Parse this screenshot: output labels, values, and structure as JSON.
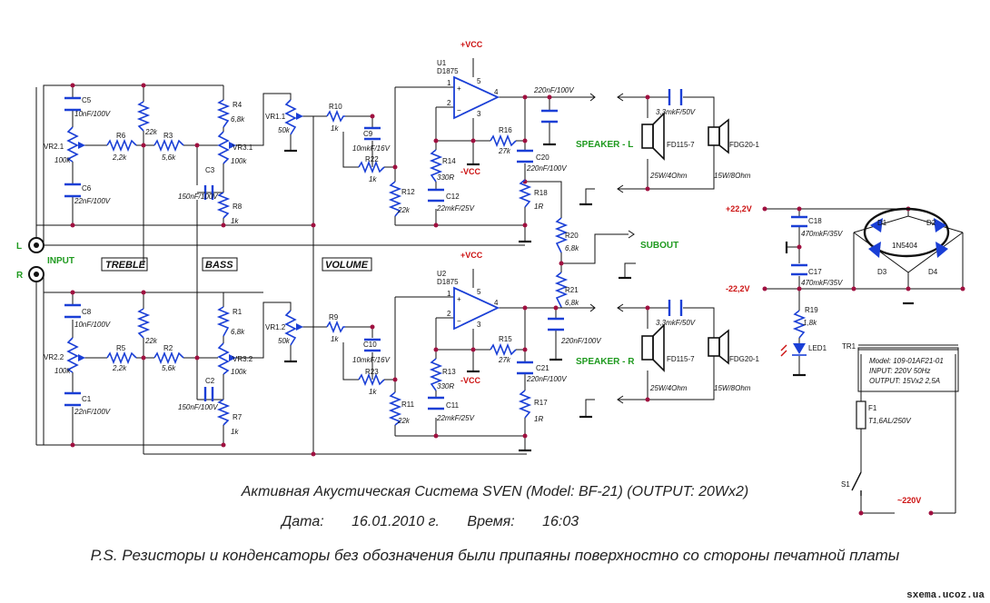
{
  "labels": {
    "vcc_top": "+VCC",
    "vcc_bot": "+VCC",
    "nvcc_top": "-VCC",
    "nvcc_bot": "-VCC",
    "u1": "U1",
    "u1_part": "D1875",
    "u2": "U2",
    "u2_part": "D1875",
    "pin1a": "1",
    "pin2a": "2",
    "pin3a": "3",
    "pin4a": "4",
    "pin5a": "5",
    "pin1b": "1",
    "pin2b": "2",
    "pin3b": "3",
    "pin4b": "4",
    "pin5b": "5",
    "c5": "C5",
    "c5v": "10nF/100V",
    "c6": "C6",
    "c6v": "22nF/100V",
    "c8": "C8",
    "c8v": "10nF/100V",
    "c1": "C1",
    "c1v": "22nF/100V",
    "vr21": "VR2.1",
    "vr21v": "100k",
    "vr22": "VR2.2",
    "vr22v": "100k",
    "r6": "R6",
    "r6v": "2,2k",
    "r3": "R3",
    "r3v": "5,6k",
    "r5": "R5",
    "r5v": "2,2k",
    "r2": "R2",
    "r2v": "5,6k",
    "r22k_a": "22k",
    "r22k_b": "22k",
    "c3": "C3",
    "c3v": "150nF/100V",
    "c2": "C2",
    "c2v": "150nF/100V",
    "r4": "R4",
    "r4v": "6,8k",
    "r1": "R1",
    "r1v": "6,8k",
    "vr31": "VR3.1",
    "vr31v": "100k",
    "vr32": "VR3.2",
    "vr32v": "100k",
    "r8": "R8",
    "r8v": "1k",
    "r7": "R7",
    "r7v": "1k",
    "vr11": "VR1.1",
    "vr11v": "50k",
    "vr12": "VR1.2",
    "vr12v": "50k",
    "r10": "R10",
    "r10v": "1k",
    "r9": "R9",
    "r9v": "1k",
    "c9": "C9",
    "c9v": "10mkF/16V",
    "c10": "C10",
    "c10v": "10mkF/16V",
    "r22": "R22",
    "r22v": "1k",
    "r23": "R23",
    "r23v": "1k",
    "r12": "R12",
    "r12v": "22k",
    "r11": "R11",
    "r11v": "22k",
    "r14": "R14",
    "r14v": "330R",
    "r13": "R13",
    "r13v": "330R",
    "c12": "C12",
    "c12v": "22mkF/25V",
    "c11": "C11",
    "c11v": "22mkF/25V",
    "r16": "R16",
    "r16v": "27k",
    "r15": "R15",
    "r15v": "27k",
    "c20": "C20",
    "c20v": "220nF/100V",
    "c21": "C21",
    "c21v": "220nF/100V",
    "r18": "R18",
    "r18v": "1R",
    "r17": "R17",
    "r17v": "1R",
    "c_out_top": "220nF/100V",
    "c_out_bot": "220nF/100V",
    "r20": "R20",
    "r20v": "6,8k",
    "r21": "R21",
    "r21v": "6,8k",
    "spk_cap_top": "3,3mkF/50V",
    "spk_cap_bot": "3,3mkF/50V",
    "fd_top": "FD115-7",
    "fd_top_v": "25W/4Ohm",
    "fdg_top": "FDG20-1",
    "fdg_top_v": "15W/8Ohm",
    "fd_bot": "FD115-7",
    "fd_bot_v": "25W/4Ohm",
    "fdg_bot": "FDG20-1",
    "fdg_bot_v": "15W/8Ohm",
    "speaker_l": "SPEAKER - L",
    "speaker_r": "SPEAKER - R",
    "subout": "SUBOUT",
    "input": "INPUT",
    "in_l": "L",
    "in_r": "R",
    "treble": "TREBLE",
    "bass": "BASS",
    "volume": "VOLUME",
    "p22": "+22,2V",
    "n22": "-22,2V",
    "c18": "C18",
    "c18v": "470mkF/35V",
    "c17": "C17",
    "c17v": "470mkF/35V",
    "r19": "R19",
    "r19v": "1,8k",
    "led1": "LED1",
    "d1": "D1",
    "d2": "D2",
    "d3": "D3",
    "d4": "D4",
    "bridge": "1N5404",
    "tr1": "TR1",
    "tr_model": "Model:  109-01AF21-01",
    "tr_input": "INPUT:  220V  50Hz",
    "tr_output": "OUTPUT:  15Vx2  2,5A",
    "f1": "F1",
    "f1v": "T1,6AL/250V",
    "s1": "S1",
    "mains": "~220V"
  },
  "caption": {
    "title": "Активная Акустическая Система SVEN (Model:  BF-21) (OUTPUT:  20Wx2)",
    "date_label": "Дата:",
    "date_value": "16.01.2010 г.",
    "time_label": "Время:",
    "time_value": "16:03",
    "note": "P.S. Резисторы и конденсаторы без обозначения были припаяны поверхностно со стороны печатной платы"
  },
  "site": "sxema.ucoz.ua",
  "colors": {
    "wire": "#111111",
    "component": "#1a3fd6",
    "supply": "#cc1111",
    "label_green": "#1f9a1f",
    "junction": "#a01040"
  }
}
